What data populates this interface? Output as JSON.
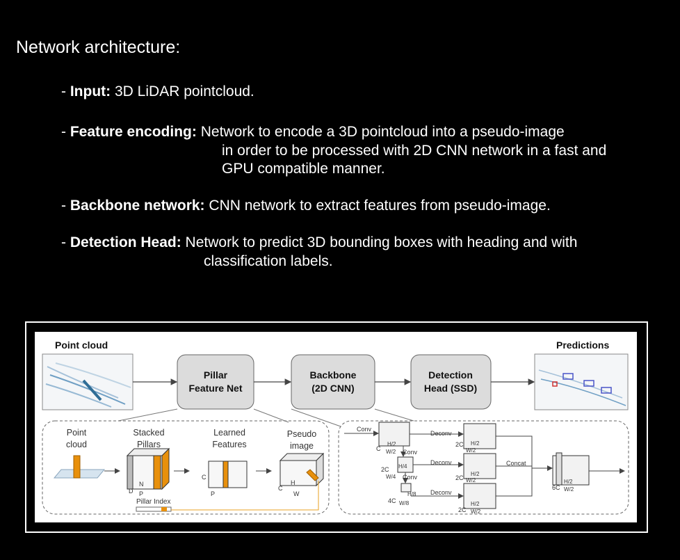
{
  "heading": "Network architecture:",
  "items": [
    {
      "dash": "-",
      "label": "Input:",
      "text": "3D LiDAR pointcloud.",
      "cont": []
    },
    {
      "dash": "-",
      "label": "Feature encoding:",
      "text": "Network to encode a 3D pointcloud into a pseudo-image",
      "cont": [
        "in order to be processed with 2D CNN network in a fast and",
        "GPU compatible manner."
      ]
    },
    {
      "dash": "-",
      "label": "Backbone network:",
      "text": "CNN network to extract features from pseudo-image.",
      "cont": []
    },
    {
      "dash": "-",
      "label": "Detection Head:",
      "text": "Network to predict 3D bounding boxes with heading and with",
      "cont": [
        "classification labels."
      ]
    }
  ],
  "diagram": {
    "point_cloud_title": "Point cloud",
    "predictions_title": "Predictions",
    "pillar_feature_net": [
      "Pillar",
      "Feature Net"
    ],
    "backbone": [
      "Backbone",
      "(2D CNN)"
    ],
    "detection_head": [
      "Detection",
      "Head (SSD)"
    ],
    "sub_point_cloud": [
      "Point",
      "cloud"
    ],
    "stacked_pillars": [
      "Stacked",
      "Pillars"
    ],
    "learned_features": [
      "Learned",
      "Features"
    ],
    "pseudo_image": [
      "Pseudo",
      "image"
    ],
    "pillar_index": "Pillar Index",
    "axis_labels": {
      "D": "D",
      "P": "P",
      "N": "N",
      "C": "C",
      "H": "H",
      "W": "W"
    },
    "backbone_labels": {
      "conv": "Conv",
      "deconv": "Deconv",
      "concat": "Concat",
      "c": "C",
      "two_c": "2C",
      "four_c": "4C",
      "six_c": "6C",
      "h2": "H/2",
      "w2": "W/2",
      "h4": "H/4",
      "w4": "W/4",
      "h8": "H/8",
      "w8": "W/8"
    }
  },
  "colors": {
    "orange": "#e8900c",
    "box_fill": "#dcdcdc",
    "lidar": "#6f9fc4"
  }
}
